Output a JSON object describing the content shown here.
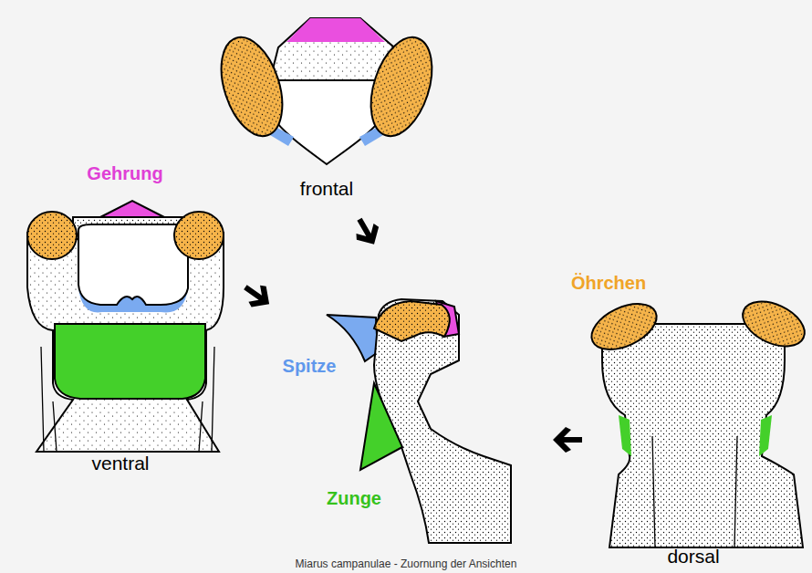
{
  "diagram": {
    "caption": "Miarus campanulae - Zuornung der Ansichten",
    "labels": [
      "Gehrung",
      "frontal",
      "Öhrchen",
      "Spitze",
      "ventral",
      "Zunge",
      "dorsal"
    ]
  }
}
